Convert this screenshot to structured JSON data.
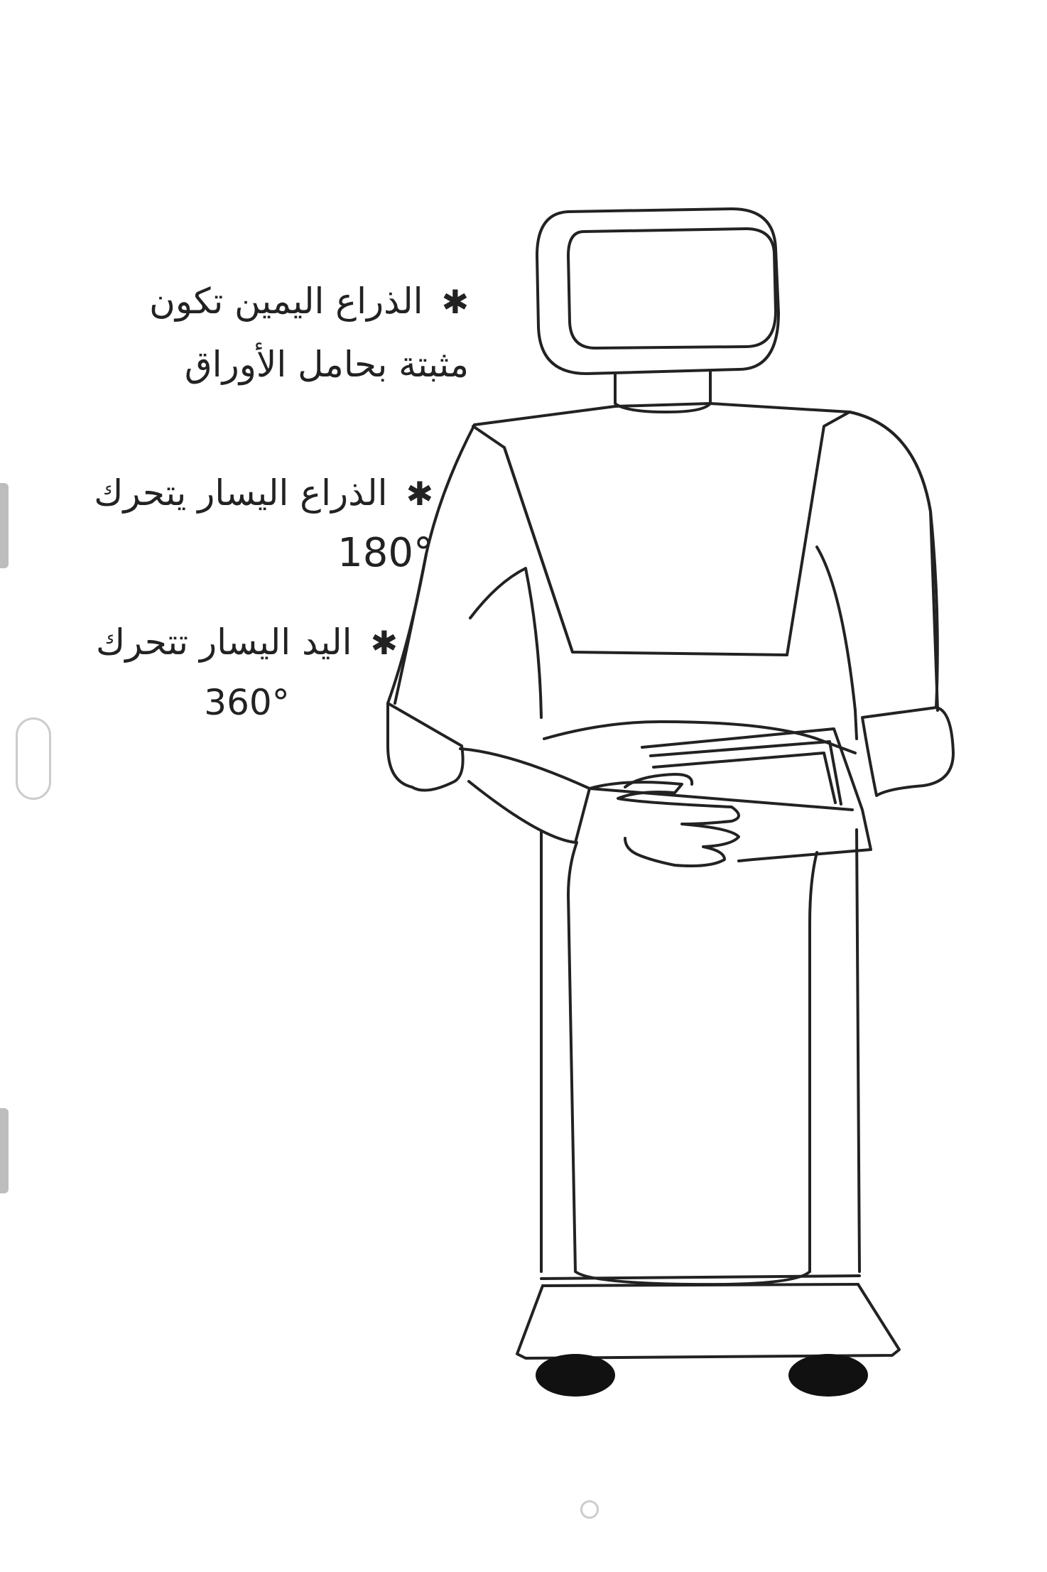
{
  "notes": [
    {
      "marker": "✱",
      "lines": [
        "الذراع اليمين تكون",
        "مثبتة بحامل الأوراق"
      ]
    },
    {
      "marker": "✱",
      "lines": [
        "الذراع اليسار يتحرك"
      ],
      "value": "180°"
    },
    {
      "marker": "✱",
      "lines": [
        "اليد اليسار تتحرك"
      ],
      "value": "360°"
    }
  ],
  "colors": {
    "ink": "#222222",
    "wheel": "#111111",
    "paper": "#ffffff",
    "ui_gray": "#bdbdbd"
  },
  "icons": [
    "scroll-edge-handle",
    "floating-bubble-icon",
    "home-indicator-icon"
  ]
}
